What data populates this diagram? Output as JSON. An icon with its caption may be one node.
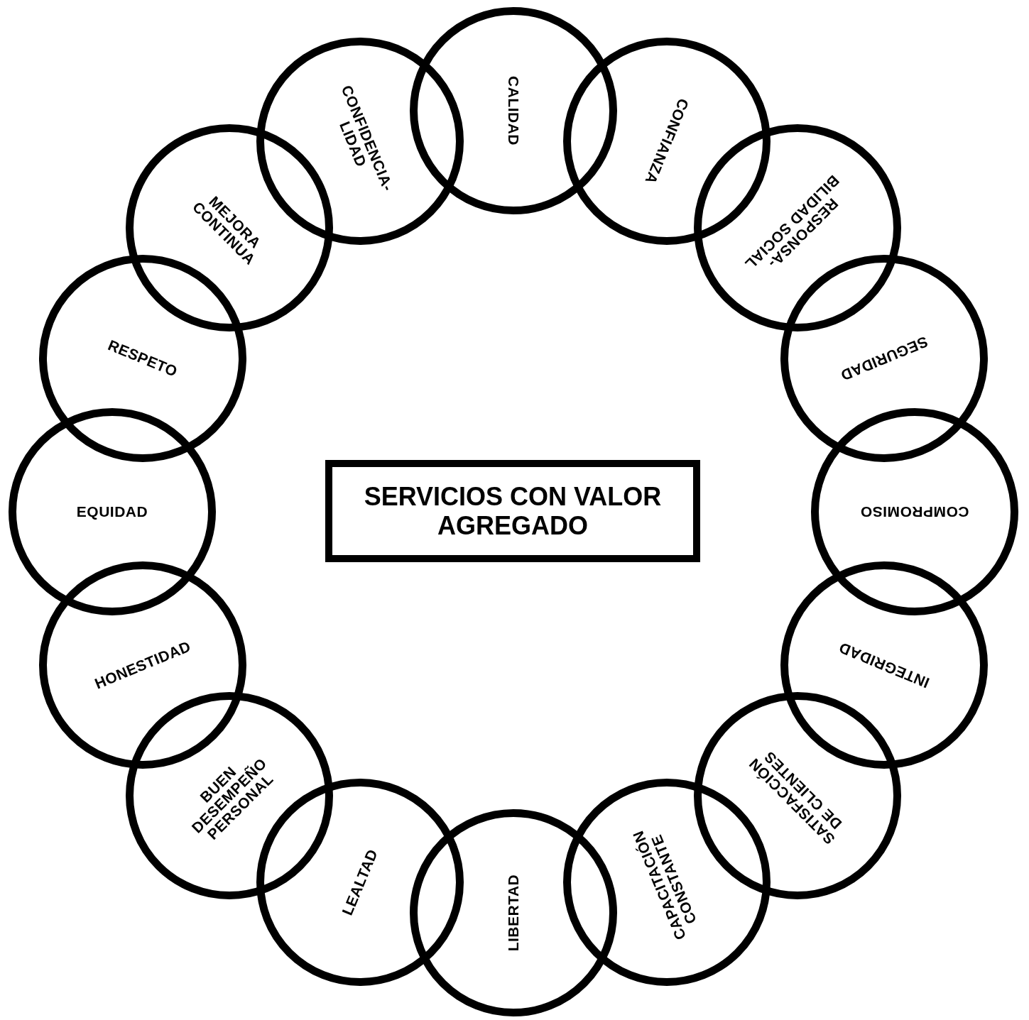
{
  "diagram": {
    "nodes": [
      {
        "text": [
          "CALIDAD"
        ]
      },
      {
        "text": [
          "CONFIANZA"
        ]
      },
      {
        "text": [
          "RESPONSA- BILIDAD SOCIAL"
        ]
      },
      {
        "text": [
          "SEGURIDAD"
        ]
      },
      {
        "text": [
          "COMPROMISO"
        ]
      },
      {
        "text": [
          "INTEGRIDAD"
        ]
      },
      {
        "text": [
          "SATISFACCIÓN DE CLIENTES"
        ]
      },
      {
        "text": [
          "CAPACITACIÓN CONSTANTE"
        ]
      },
      {
        "text": [
          "LIBERTAD"
        ]
      },
      {
        "text": [
          "LEALTAD"
        ]
      },
      {
        "text": [
          "BUEN DESEMPEÑO PERSONAL"
        ]
      },
      {
        "text": [
          "HONESTIDAD"
        ]
      },
      {
        "text": [
          "EQUIDAD"
        ]
      },
      {
        "text": [
          "RESPETO"
        ]
      },
      {
        "text": [
          "MEJORA CONTINUA"
        ]
      },
      {
        "text": [
          "CONFIDENCIA- LIDAD"
        ]
      },
      {
        "text": [
          "SERVICIOS CON VALOR AGREGADO"
        ]
      }
    ]
  }
}
